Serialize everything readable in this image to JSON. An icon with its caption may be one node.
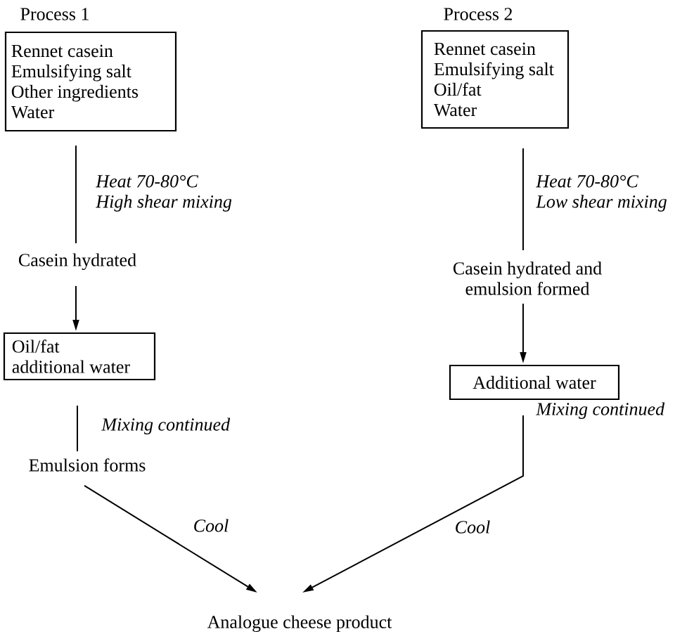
{
  "diagram": {
    "nodes": [
      {
        "text": [
          "Process 1",
          "Rennet casein",
          "Emulsifying salt",
          "Other ingredients",
          "Water"
        ]
      },
      {
        "text": [
          "Casein hydrated"
        ]
      },
      {
        "text": [
          "Oil/fat",
          "additional water"
        ]
      },
      {
        "text": [
          "Emulsion forms"
        ]
      },
      {
        "text": [
          "Analogue cheese product"
        ]
      },
      {
        "text": [
          "Process 2",
          "Rennet casein",
          "Emulsifying salt",
          "Oil/fat",
          "Water"
        ]
      },
      {
        "text": [
          "Casein hydrated and emulsion formed"
        ]
      },
      {
        "text": [
          "Additional water"
        ]
      }
    ],
    "edges": [
      {
        "from": 0,
        "to": 1,
        "arrow": "none",
        "label": "Heat 70-80°C High shear mixing"
      },
      {
        "from": 1,
        "to": 2,
        "arrow": "to"
      },
      {
        "from": 2,
        "to": 3,
        "arrow": "none",
        "label": "Mixing continued"
      },
      {
        "from": 3,
        "to": 4,
        "arrow": "to",
        "label": "Cool"
      },
      {
        "from": 5,
        "to": 6,
        "arrow": "none",
        "label": "Heat 70-80°C Low shear mixing"
      },
      {
        "from": 6,
        "to": 7,
        "arrow": "to"
      },
      {
        "from": 7,
        "to": 4,
        "arrow": "to",
        "label": "Mixing continued"
      }
    ],
    "labels": [
      "Cool"
    ]
  }
}
